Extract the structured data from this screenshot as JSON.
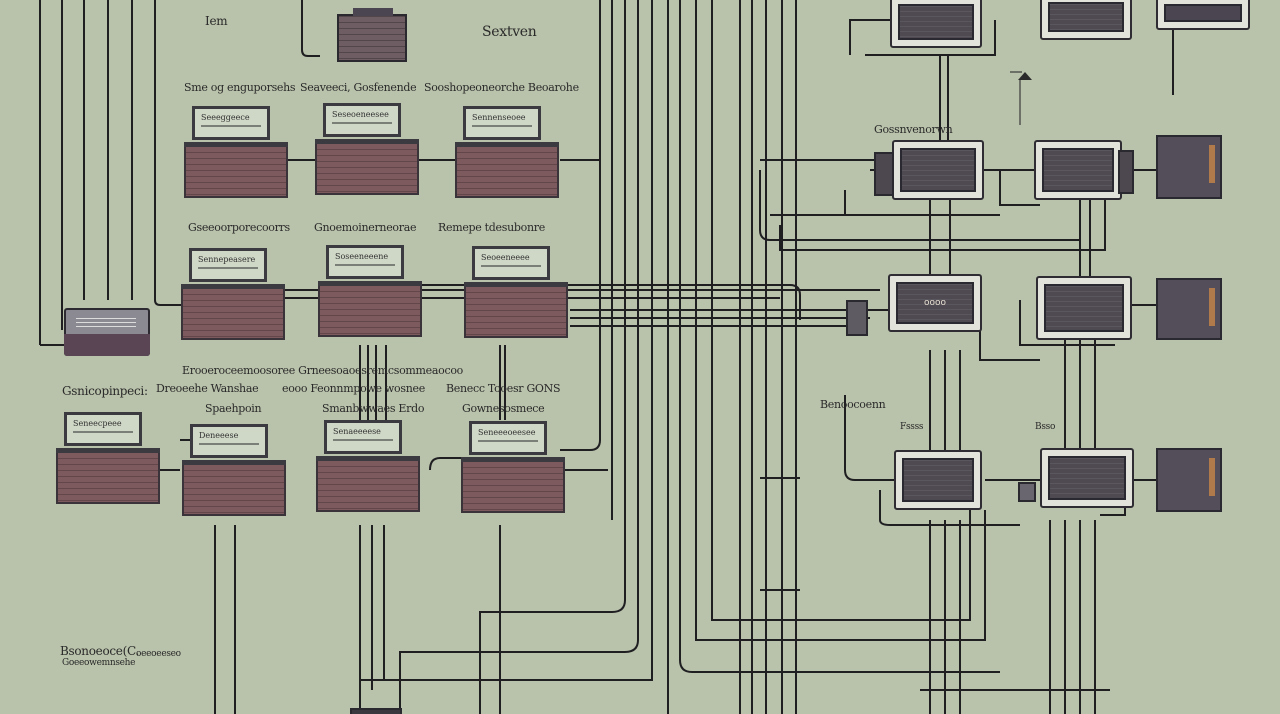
{
  "colors": {
    "background": "#b9c2aa",
    "wire": "#1f1f22",
    "cabinet": "#7d5a5e",
    "device_screen": "#4f4a52",
    "monitor": "#cfd7c6"
  },
  "labels": {
    "top_left": "Iem",
    "top_center": "Sextven",
    "row1": [
      "Sme og enguporsehs",
      "Seaveeci, Gosfenende",
      "Sooshopeoneorche Beoarohe"
    ],
    "row2": [
      "Gseeoorporecoorrs",
      "Gnoemoinerneorae",
      "Remepe tdesubonre"
    ],
    "row3_top": "Erooeroceemoosoree Grneesoaoesremcsommeaocoo",
    "row3_left": "Gsnicopinpeci:",
    "row3_a": "Dreoeehe Wanshae",
    "row3_b": "eooo Feonnmpowe wosnee",
    "row3_c": "Benecc Tooesr GONS",
    "row3_sub": [
      "Spaehpoin",
      "Smanbwwaes Erdo",
      "Gownesosmece"
    ],
    "bottom_left_1": "Bsonoeoce(C.",
    "bottom_left_2": "Goeeowemnsehe",
    "bottom_left_3": "oeeoeeseo",
    "right_mid": "Gossnvenorwn",
    "right_lower": "Benoocoenn",
    "right_tag_a": "Fssss",
    "right_tag_b": "Bsso"
  },
  "units": [
    {
      "caption": "Seeeggeece"
    },
    {
      "caption": "Seseoeneesee"
    },
    {
      "caption": "Sennenseoee"
    },
    {
      "caption": "Sennepeasere"
    },
    {
      "caption": "Soseeneeene"
    },
    {
      "caption": "Seoeeneeee"
    },
    {
      "caption": "Seneecpeee"
    },
    {
      "caption": "Deneeese"
    },
    {
      "caption": "Senaeeeese"
    },
    {
      "caption": "Seneeeoeesee"
    }
  ],
  "devices": [
    {
      "readout": ""
    },
    {
      "readout": ""
    },
    {
      "readout": ""
    },
    {
      "readout": ""
    },
    {
      "readout": ""
    },
    {
      "readout": "oooo"
    },
    {
      "readout": ""
    },
    {
      "readout": ""
    },
    {
      "readout": ""
    }
  ]
}
